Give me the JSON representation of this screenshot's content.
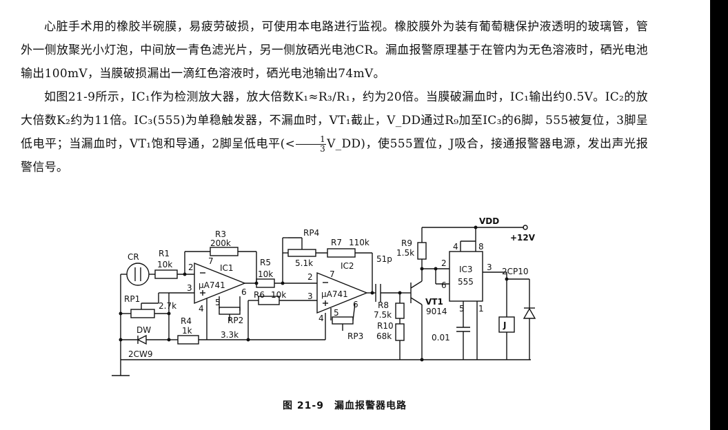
{
  "paragraphs": {
    "p1": "心脏手术用的橡胶半碗膜，易疲劳破损，可使用本电路进行监视。橡胶膜外为装有葡萄糖保护液透明的玻璃管，管外一侧放聚光小灯泡，中间放一青色滤光片，另一侧放硒光电池CR。漏血报警原理基于在管内为无色溶液时，硒光电池输出100mV，当膜破损漏出一滴红色溶液时，硒光电池输出74mV。",
    "p2_main": "如图21-9所示，IC₁作为检测放大器，放大倍数K₁≈R₃/R₁，约为20倍。当膜破漏血时，IC₁输出约0.5V。IC₂的放大倍数K₂约为11倍。IC₃(555)为单稳触发器，不漏血时，VT₁截止，V_DD通过R₉加至IC₃的6脚，555被复位，3脚呈低电平；当漏血时，VT₁饱和导通，2脚呈低电平(<",
    "frac_num": "1",
    "frac_den": "3",
    "p2_tail": "V_DD)，使555置位，J吸合，接通报警器电源，发出声光报警信号。"
  },
  "caption": "图 21-9　漏血报警器电路",
  "schematic": {
    "vdd": "VDD",
    "supply": "+12V",
    "cr": "CR",
    "r1": "R1",
    "r1_val": "10k",
    "r3": "R3",
    "r3_val": "200k",
    "ic1": "IC1",
    "ic1_type": "μA741",
    "rp1": "RP1",
    "rp1_val": "2.7k",
    "rp2": "RP2",
    "r4": "R4",
    "r4_val": "1k",
    "dw": "DW",
    "dw_type": "2CW9",
    "r5": "R5",
    "r5_val": "10k",
    "r6": "R6",
    "r6_val": "10k",
    "r2_val": "3.3k",
    "rp4": "RP4",
    "rp4_val": "5.1k",
    "r7": "R7",
    "r7_val": "110k",
    "ic2": "IC2",
    "ic2_type": "μA741",
    "rp3": "RP3",
    "c1_val": "51p",
    "r8": "R8",
    "r8_val": "7.5k",
    "r10": "R10",
    "r10_val": "68k",
    "r9": "R9",
    "r9_val": "1.5k",
    "vt1": "VT1",
    "vt1_type": "9014",
    "ic3": "IC3",
    "ic3_type": "555",
    "c2_val": "0.01",
    "relay": "J",
    "diode2": "2CP10",
    "pins": {
      "p2": "2",
      "p3": "3",
      "p4": "4",
      "p5": "5",
      "p6": "6",
      "p7": "7",
      "p8": "8",
      "p1": "1"
    }
  }
}
